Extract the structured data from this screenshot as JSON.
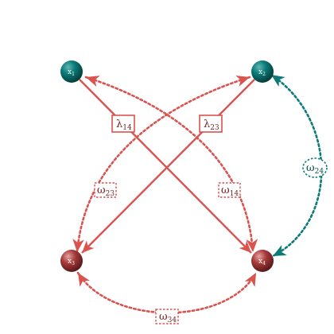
{
  "colors": {
    "red": "#d9534f",
    "teal": "#0b7a78",
    "node_red": "#a83a3a",
    "node_teal": "#0a6b6a"
  },
  "nodes": [
    {
      "id": "x1",
      "base": "x",
      "sub": "1",
      "color": "teal"
    },
    {
      "id": "x2",
      "base": "x",
      "sub": "2",
      "color": "teal"
    },
    {
      "id": "x3",
      "base": "x",
      "sub": "3",
      "color": "red"
    },
    {
      "id": "x4",
      "base": "x",
      "sub": "4",
      "color": "red"
    }
  ],
  "edges": [
    {
      "id": "lambda14",
      "from": "x1",
      "to": "x4",
      "style": "solid",
      "label_base": "λ",
      "label_sub": "14"
    },
    {
      "id": "lambda23",
      "from": "x2",
      "to": "x3",
      "style": "solid",
      "label_base": "λ",
      "label_sub": "23"
    },
    {
      "id": "omega14",
      "from": "x4",
      "to": "x1",
      "style": "dotted",
      "bidirectional": true,
      "label_base": "ω",
      "label_sub": "14"
    },
    {
      "id": "omega23",
      "from": "x2",
      "to": "x3",
      "style": "dotted",
      "bidirectional": true,
      "label_base": "ω",
      "label_sub": "23"
    },
    {
      "id": "omega34",
      "from": "x3",
      "to": "x4",
      "style": "dotted",
      "bidirectional": true,
      "label_base": "ω",
      "label_sub": "34"
    },
    {
      "id": "omega24",
      "from": "x2",
      "to": "x4",
      "style": "dotted",
      "bidirectional": true,
      "color": "teal",
      "label_base": "ω",
      "label_sub": "24"
    }
  ]
}
